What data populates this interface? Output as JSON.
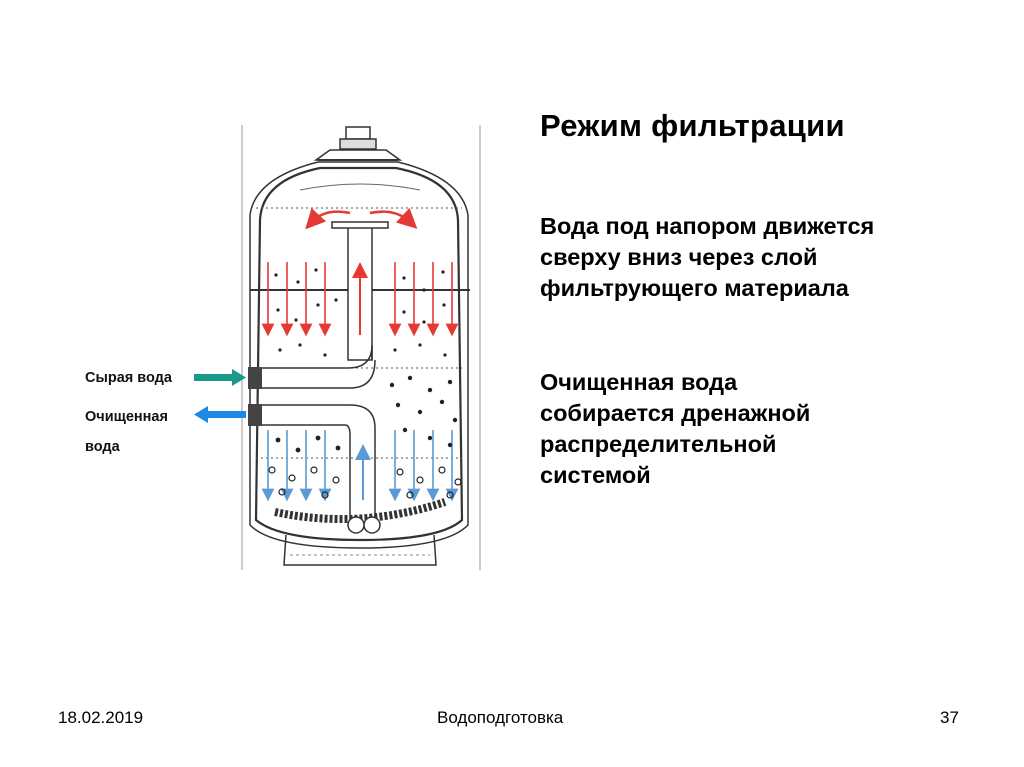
{
  "slide": {
    "title": "Режим фильтрации",
    "paragraph1": [
      "Вода под напором движется",
      "сверху вниз через слой",
      "фильтрующего материала"
    ],
    "paragraph2": [
      "Очищенная вода",
      "собирается дренажной",
      "распределительной",
      "системой"
    ]
  },
  "diagram": {
    "label_raw_water": "Сырая вода",
    "label_clean_water": [
      "Очищенная",
      "вода"
    ],
    "colors": {
      "raw_arrow": "#1a9a8a",
      "clean_arrow": "#1e88e5",
      "downflow_red": "#e53935",
      "downflow_blue": "#5b9bd5",
      "outline": "#333333"
    }
  },
  "footer": {
    "date": "18.02.2019",
    "topic": "Водоподготовка",
    "page": "37"
  }
}
